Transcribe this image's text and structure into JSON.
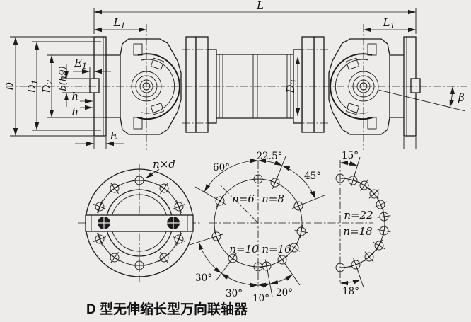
{
  "figure": {
    "caption": "D 型无伸缩长型万向联轴器",
    "colors": {
      "paper": "#edecea",
      "ink": "#1c1c1c"
    }
  },
  "side_view": {
    "dims": {
      "L": "L",
      "L1": {
        "base": "L",
        "sub": "1"
      },
      "D": "D",
      "D1": {
        "base": "D",
        "sub": "1"
      },
      "D2": {
        "base": "D",
        "sub": "2"
      },
      "D3": {
        "base": "D",
        "sub": "3"
      },
      "b": "b(h9)",
      "E1": {
        "base": "E",
        "sub": "1"
      },
      "E": "E",
      "h_upper": "h",
      "h_lower": "h",
      "beta": "β"
    }
  },
  "flange_views": {
    "left": {
      "hole_label": "n×d"
    },
    "middle": {
      "angle_60": "60°",
      "angle_225": "22.5°",
      "angle_45": "45°",
      "n6": "n=6",
      "n8": "n=8",
      "n10": "n=10",
      "n16": "n=16",
      "angle_30_left": "30°",
      "angle_30_bottom": "30°",
      "angle_10": "10°",
      "angle_20": "20°"
    },
    "right": {
      "angle_15": "15°",
      "n22": "n=22",
      "n18": "n=18",
      "angle_18": "18°"
    }
  }
}
